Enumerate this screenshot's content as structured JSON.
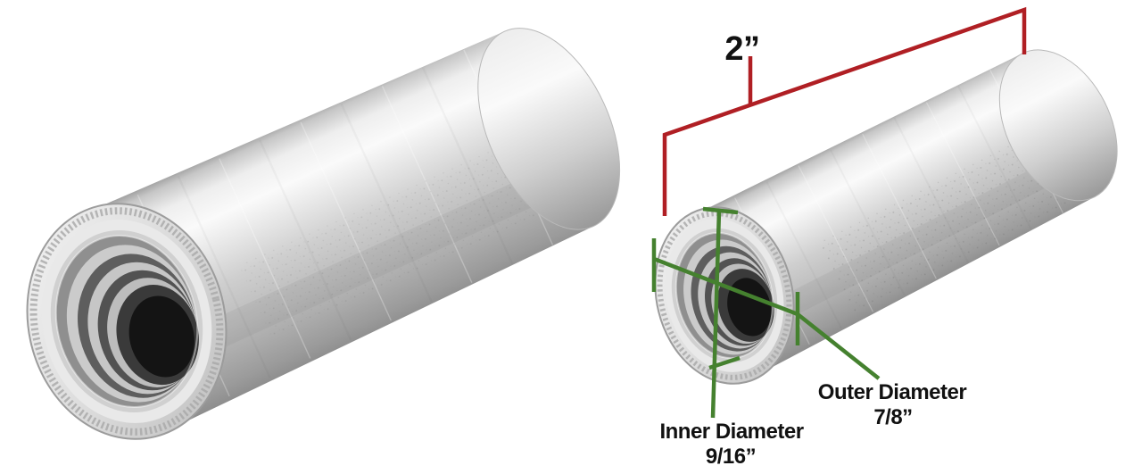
{
  "image": {
    "background": "#ffffff",
    "left_view_alt": "threaded metal coupling - large view",
    "right_view_alt": "threaded metal coupling - annotated view"
  },
  "annotations": {
    "label_color": "#111111",
    "length": {
      "text": "2”",
      "color": "#b01f24"
    },
    "outer_diameter": {
      "line1": "Outer Diameter",
      "line2": "7/8”",
      "color": "#45812f"
    },
    "inner_diameter": {
      "line1": "Inner Diameter",
      "line2": "9/16”",
      "color": "#45812f"
    }
  }
}
